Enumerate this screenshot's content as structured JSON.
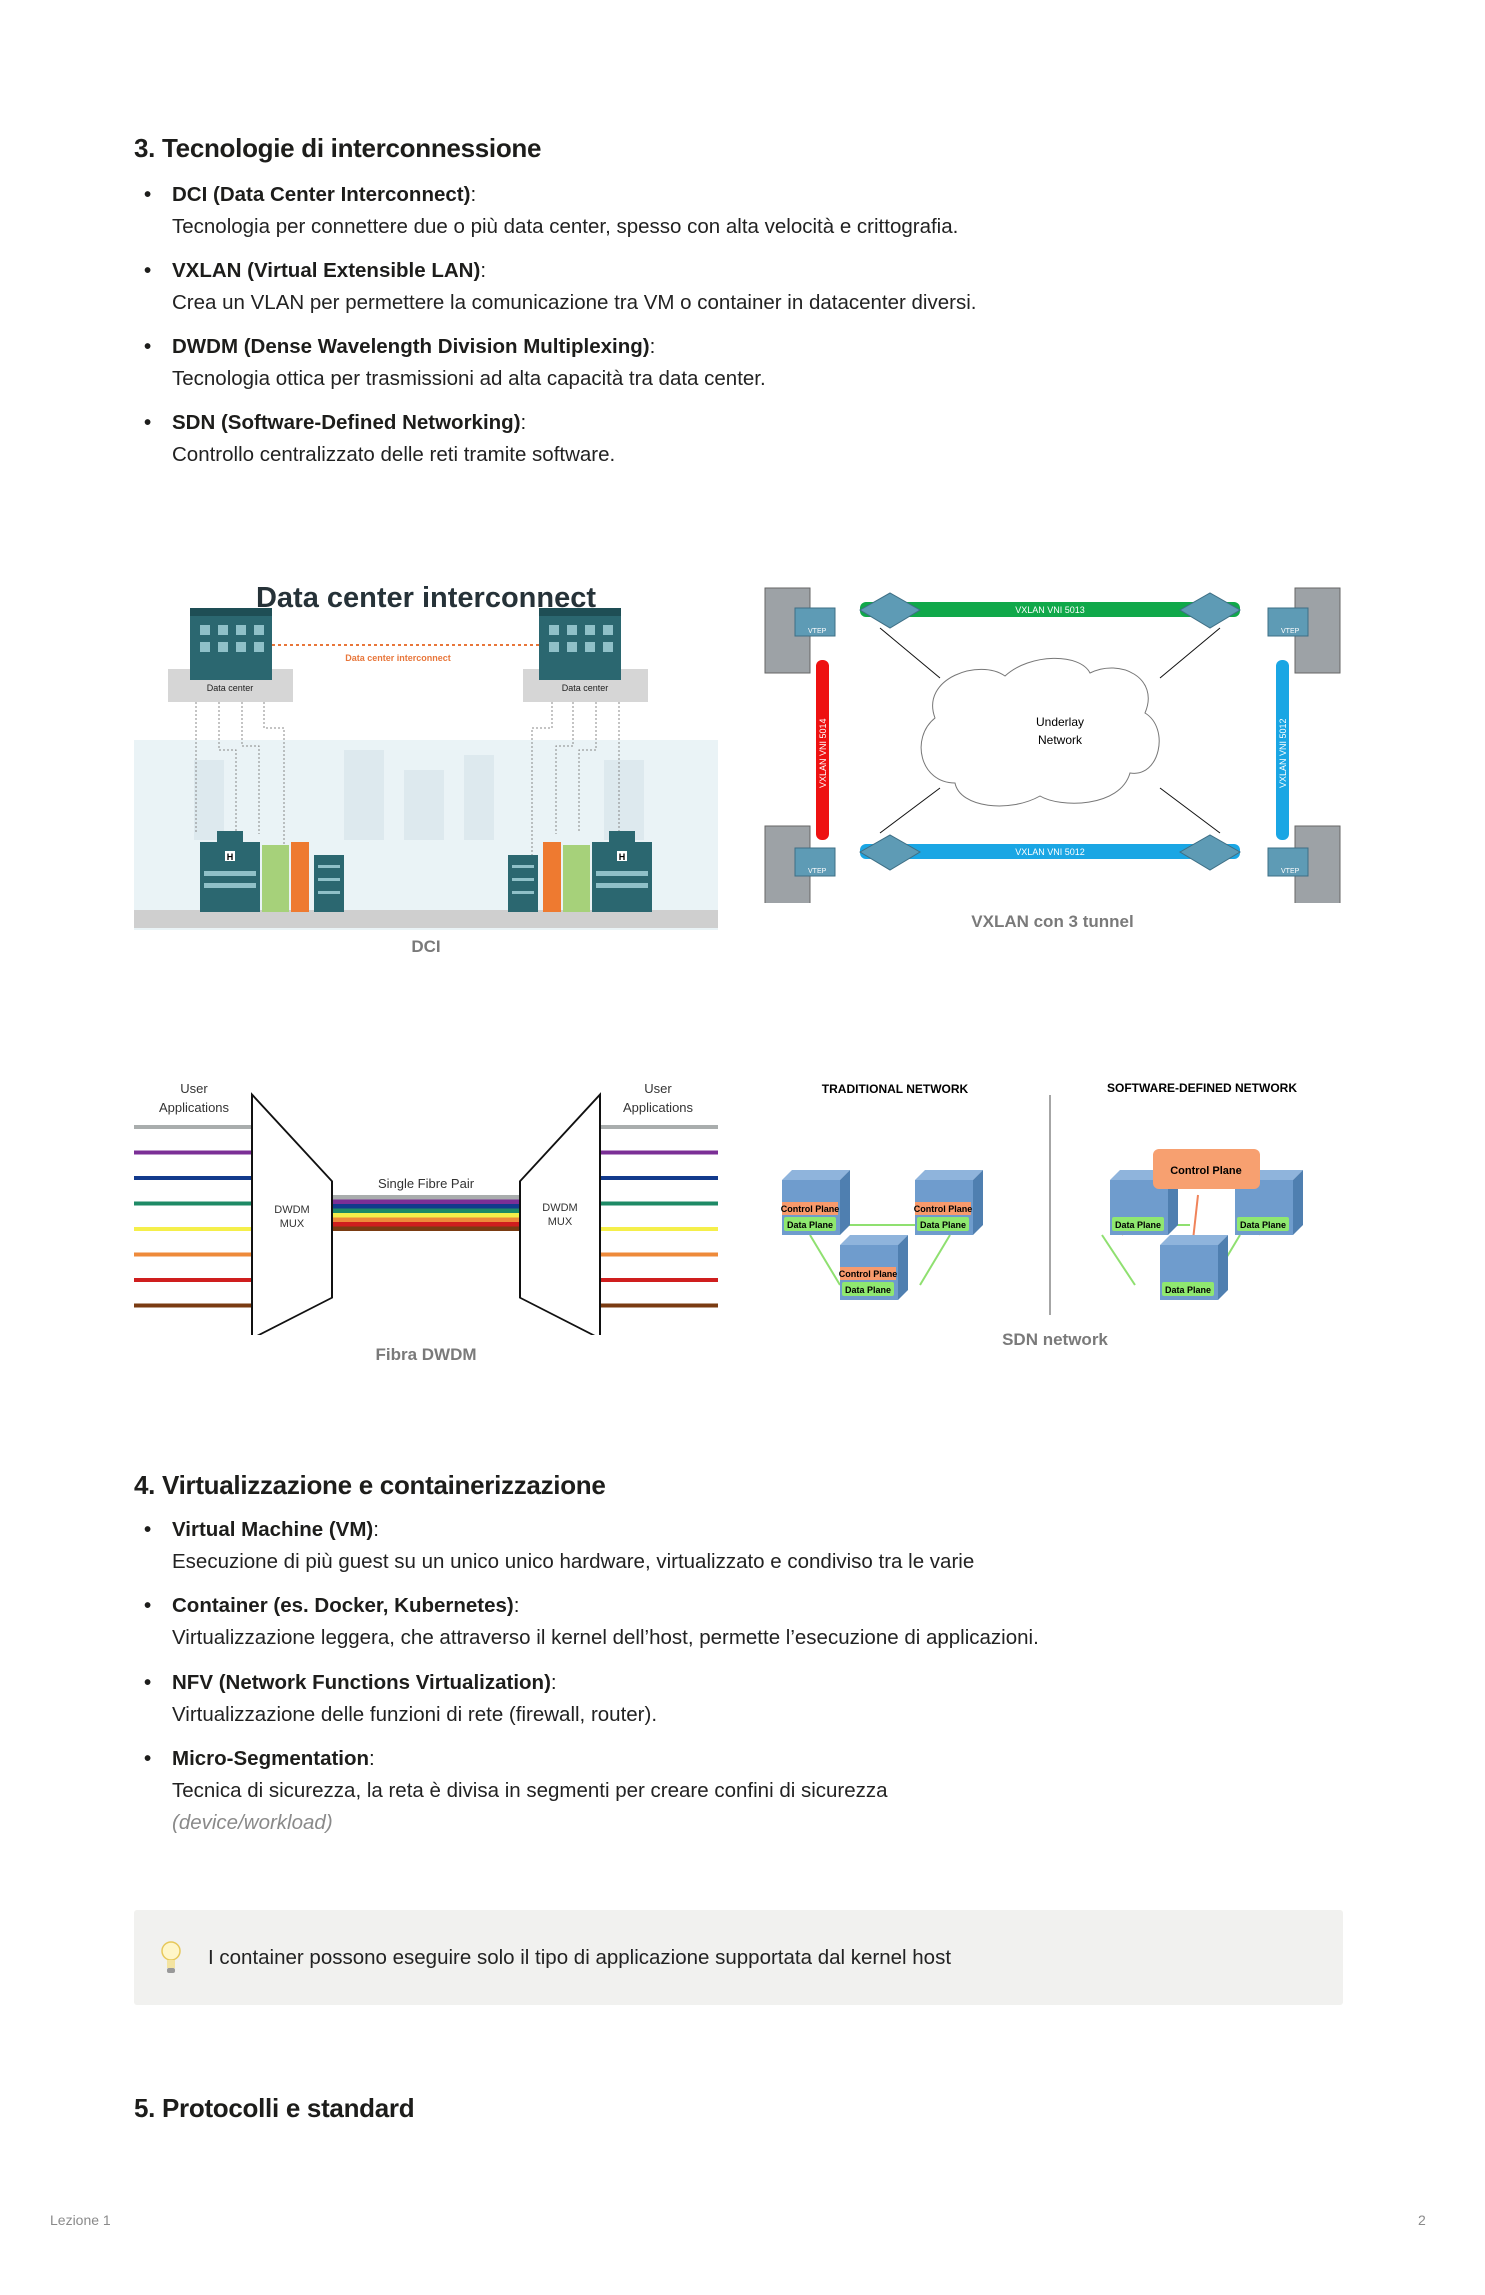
{
  "section3": {
    "title": "3. Tecnologie di interconnessione",
    "items": [
      {
        "term": "DCI (Data Center Interconnect)",
        "desc": "Tecnologia per connettere due o più data center, spesso con alta velocità e crittografia."
      },
      {
        "term": "VXLAN (Virtual Extensible LAN)",
        "desc": "Crea un VLAN per permettere la comunicazione tra VM o container in datacenter diversi."
      },
      {
        "term": "DWDM (Dense Wavelength Division Multiplexing)",
        "desc": "Tecnologia ottica per trasmissioni ad alta capacità tra data center."
      },
      {
        "term": "SDN (Software-Defined Networking)",
        "desc": "Controllo centralizzato delle reti tramite software."
      }
    ]
  },
  "figures": {
    "dci": {
      "title": "Data center interconnect",
      "link_label": "Data center interconnect",
      "dc_label": "Data center",
      "hospital_letter": "H",
      "caption": "DCI"
    },
    "vxlan": {
      "top_tunnel": "VXLAN VNI 5013",
      "bottom_tunnel": "VXLAN VNI 5012",
      "left_tunnel": "VXLAN VNI 5014",
      "right_tunnel": "VXLAN VNI 5012",
      "vtep": "VTEP",
      "cloud_line1": "Underlay",
      "cloud_line2": "Network",
      "caption": "VXLAN con 3 tunnel"
    },
    "dwdm": {
      "user_line1": "User",
      "user_line2": "Applications",
      "mux_line1": "DWDM",
      "mux_line2": "MUX",
      "fibre_label": "Single Fibre Pair",
      "caption": "Fibra DWDM",
      "channel_colors": [
        "#a9adad",
        "#7b2f96",
        "#123a8c",
        "#1e8a66",
        "#f5ef4a",
        "#ee8a3a",
        "#cf1e1e",
        "#7a3b12"
      ]
    },
    "sdn": {
      "traditional_title": "TRADITIONAL NETWORK",
      "sdn_title": "SOFTWARE-DEFINED NETWORK",
      "control_plane": "Control Plane",
      "data_plane": "Data Plane",
      "caption": "SDN network"
    }
  },
  "section4": {
    "title": "4. Virtualizzazione e containerizzazione",
    "items": [
      {
        "term": "Virtual Machine (VM)",
        "desc": "Esecuzione di più guest su un unico unico hardware, virtualizzato e condiviso tra le varie"
      },
      {
        "term": "Container (es. Docker, Kubernetes)",
        "desc": "Virtualizzazione leggera, che attraverso il kernel dell’host, permette l’esecuzione di applicazioni."
      },
      {
        "term": "NFV (Network Functions Virtualization)",
        "desc": "Virtualizzazione delle funzioni di rete (firewall, router)."
      },
      {
        "term": "Micro-Segmentation",
        "desc": "Tecnica di sicurezza, la reta è divisa in segmenti per creare confini di sicurezza",
        "note": "(device/workload)"
      }
    ],
    "callout": {
      "icon": "lightbulb-icon",
      "text": "I container possono eseguire solo il tipo di applicazione supportata dal kernel host"
    }
  },
  "section5": {
    "title": "5. Protocolli e standard"
  },
  "footer": {
    "left": "Lezione 1",
    "page": "2"
  }
}
